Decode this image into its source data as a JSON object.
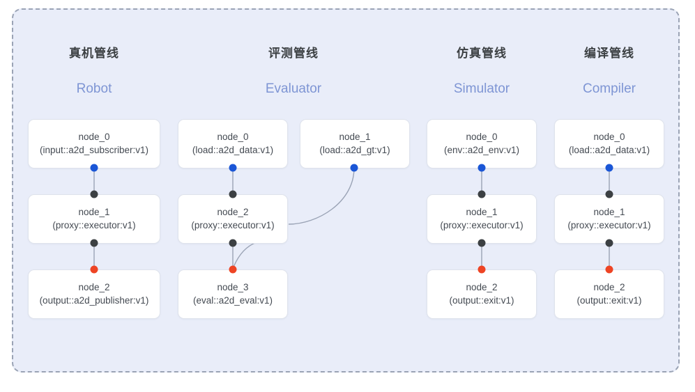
{
  "diagram": {
    "background_color": "#e9edf9",
    "border_color": "#9aa3b5",
    "port_colors": {
      "output": "#1a56d6",
      "input": "#3c4043",
      "terminal": "#ee4424"
    },
    "edge_color": "#9aa3b5",
    "columns": [
      {
        "title": "真机管线",
        "subtitle": "Robot",
        "nodes": [
          {
            "name": "node_0",
            "type": "(input::a2d_subscriber:v1)"
          },
          {
            "name": "node_1",
            "type": "(proxy::executor:v1)"
          },
          {
            "name": "node_2",
            "type": "(output::a2d_publisher:v1)"
          }
        ]
      },
      {
        "title": "评测管线",
        "subtitle": "Evaluator",
        "nodes": [
          {
            "name": "node_0",
            "type": "(load::a2d_data:v1)"
          },
          {
            "name": "node_1",
            "type": "(load::a2d_gt:v1)"
          },
          {
            "name": "node_2",
            "type": "(proxy::executor:v1)"
          },
          {
            "name": "node_3",
            "type": "(eval::a2d_eval:v1)"
          }
        ]
      },
      {
        "title": "仿真管线",
        "subtitle": "Simulator",
        "nodes": [
          {
            "name": "node_0",
            "type": "(env::a2d_env:v1)"
          },
          {
            "name": "node_1",
            "type": "(proxy::executor:v1)"
          },
          {
            "name": "node_2",
            "type": "(output::exit:v1)"
          }
        ]
      },
      {
        "title": "编译管线",
        "subtitle": "Compiler",
        "nodes": [
          {
            "name": "node_0",
            "type": "(load::a2d_data:v1)"
          },
          {
            "name": "node_1",
            "type": "(proxy::executor:v1)"
          },
          {
            "name": "node_2",
            "type": "(output::exit:v1)"
          }
        ]
      }
    ]
  }
}
